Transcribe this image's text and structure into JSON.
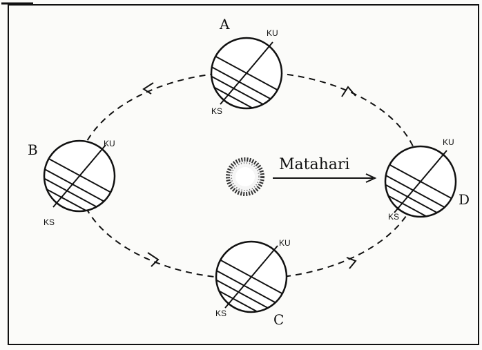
{
  "diagram": {
    "sun": {
      "label": "Matahari"
    },
    "positions": [
      {
        "letter": "A",
        "north": "KU",
        "south": "KS"
      },
      {
        "letter": "B",
        "north": "KU",
        "south": "KS"
      },
      {
        "letter": "C",
        "north": "KU",
        "south": "KS"
      },
      {
        "letter": "D",
        "north": "KU",
        "south": "KS"
      }
    ]
  }
}
